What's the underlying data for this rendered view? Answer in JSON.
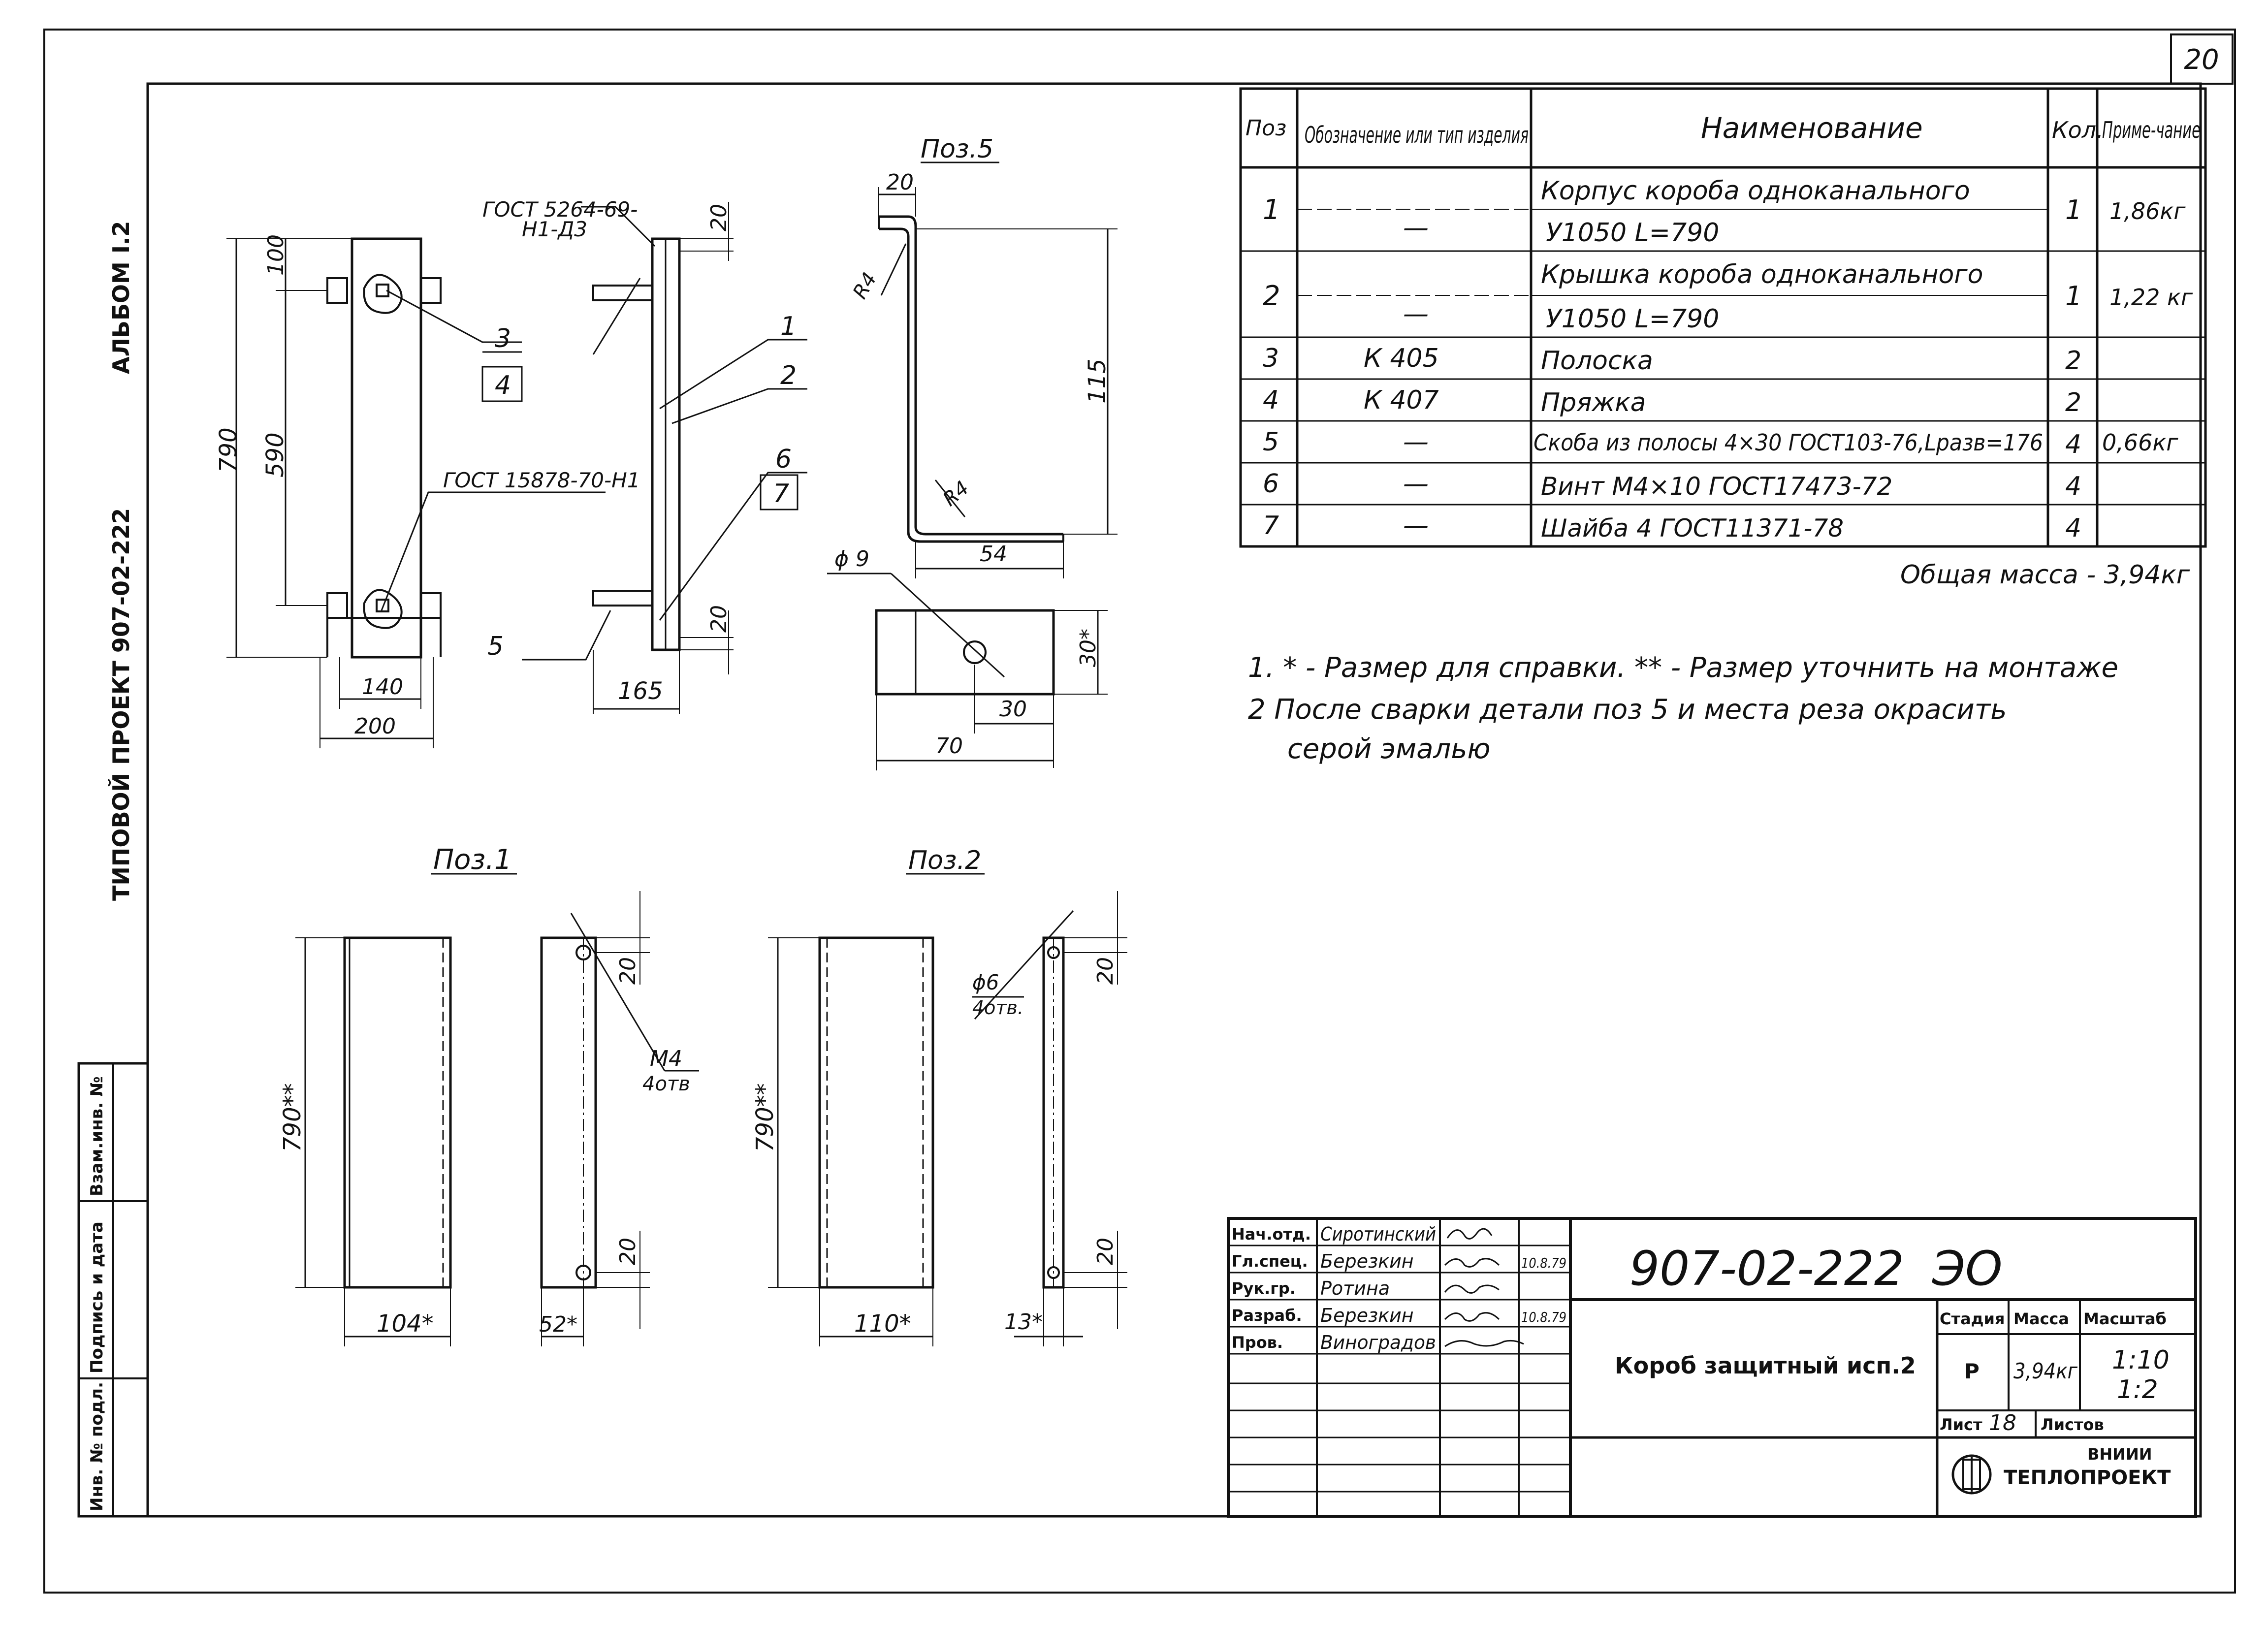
{
  "sheet_number": "20",
  "side_stamp": {
    "album": "АЛЬБОМ I.2",
    "project": "ТИПОВОЙ ПРОЕКТ 907-02-222"
  },
  "side_fields": {
    "inv_podl": "Инв. № подл.",
    "podpis_data": "Подпись и дата",
    "vzam_inv": "Взам.инв. №"
  },
  "drawing_labels": {
    "gost_top": "ГОСТ 5264-69-",
    "gost_top2": "Н1-Д3",
    "gost_mid": "ГОСТ 15878-70-Н1",
    "poz5": "Поз.5",
    "poz1": "Поз.1",
    "poz2": "Поз.2",
    "m4": "М4",
    "m4_holes": "4отв",
    "d6": "ϕ6",
    "d6_holes": "4отв.",
    "d9": "ϕ 9",
    "r4a": "R4",
    "r4b": "R4"
  },
  "dimensions": {
    "d790": "790",
    "d590": "590",
    "d100": "100",
    "d140": "140",
    "d200": "200",
    "d165": "165",
    "d20a": "20",
    "d20b": "20",
    "d20p5": "20",
    "d115": "115",
    "d54": "54",
    "d30": "30",
    "d30s": "30*",
    "d70": "70",
    "p1_790": "790**",
    "p1_20a": "20",
    "p1_20b": "20",
    "p1_104": "104*",
    "p1_52": "52*",
    "p2_790": "790**",
    "p2_20a": "20",
    "p2_20b": "20",
    "p2_110": "110*",
    "p2_13": "13*"
  },
  "callouts": [
    "1",
    "2",
    "3",
    "4",
    "5",
    "6",
    "7"
  ],
  "spec_table": {
    "headers": {
      "poz": "Поз",
      "oboznachenie": "Обозначение или тип изделия",
      "naimenovanie": "Наименование",
      "kol": "Кол.",
      "primechanie": "Приме-чание"
    },
    "rows": [
      {
        "poz": "1",
        "obozn": "—",
        "name1": "Корпус короба одноканального",
        "name2": "У1050  L=790",
        "kol": "1",
        "prim": "1,86кг"
      },
      {
        "poz": "2",
        "obozn": "—",
        "name1": "Крышка короба одноканального",
        "name2": "У1050  L=790",
        "kol": "1",
        "prim": "1,22 кг"
      },
      {
        "poz": "3",
        "obozn": "К 405",
        "name1": "Полоска",
        "name2": "",
        "kol": "2",
        "prim": ""
      },
      {
        "poz": "4",
        "obozn": "К 407",
        "name1": "Пряжка",
        "name2": "",
        "kol": "2",
        "prim": ""
      },
      {
        "poz": "5",
        "obozn": "—",
        "name1": "Скоба из полосы 4×30 ГОСТ103-76,Lразв=176",
        "name2": "",
        "kol": "4",
        "prim": "0,66кг"
      },
      {
        "poz": "6",
        "obozn": "—",
        "name1": "Винт М4×10  ГОСТ17473-72",
        "name2": "",
        "kol": "4",
        "prim": ""
      },
      {
        "poz": "7",
        "obozn": "—",
        "name1": "Шайба 4  ГОСТ11371-78",
        "name2": "",
        "kol": "4",
        "prim": ""
      }
    ],
    "total_mass": "Общая масса - 3,94кг"
  },
  "notes": [
    "1.  * - Размер для справки.  ** - Размер уточнить на монтаже",
    "2  После сварки детали поз 5 и места реза окрасить",
    "серой эмалью"
  ],
  "title_block": {
    "roles": [
      "Нач.отд.",
      "Гл.спец.",
      "Рук.гр.",
      "Разраб.",
      "Пров."
    ],
    "names": [
      "Сиротинский",
      "Березкин",
      "Ротина",
      "Березкин",
      "Виноградов"
    ],
    "dates": [
      "",
      "10.8.79",
      "",
      "10.8.79",
      ""
    ],
    "designation": "907-02-222",
    "suffix": "ЭО",
    "title": "Короб защитный исп.2",
    "stadia_label": "Стадия",
    "massa_label": "Масса",
    "masshtab_label": "Масштаб",
    "stadia": "Р",
    "massa": "3,94кг",
    "masshtab1": "1:10",
    "masshtab2": "1:2",
    "list_label": "Лист",
    "list_value": "18",
    "listov_label": "Листов",
    "org1": "ВНИИИ",
    "org2": "ТЕПЛОПРОЕКТ"
  }
}
